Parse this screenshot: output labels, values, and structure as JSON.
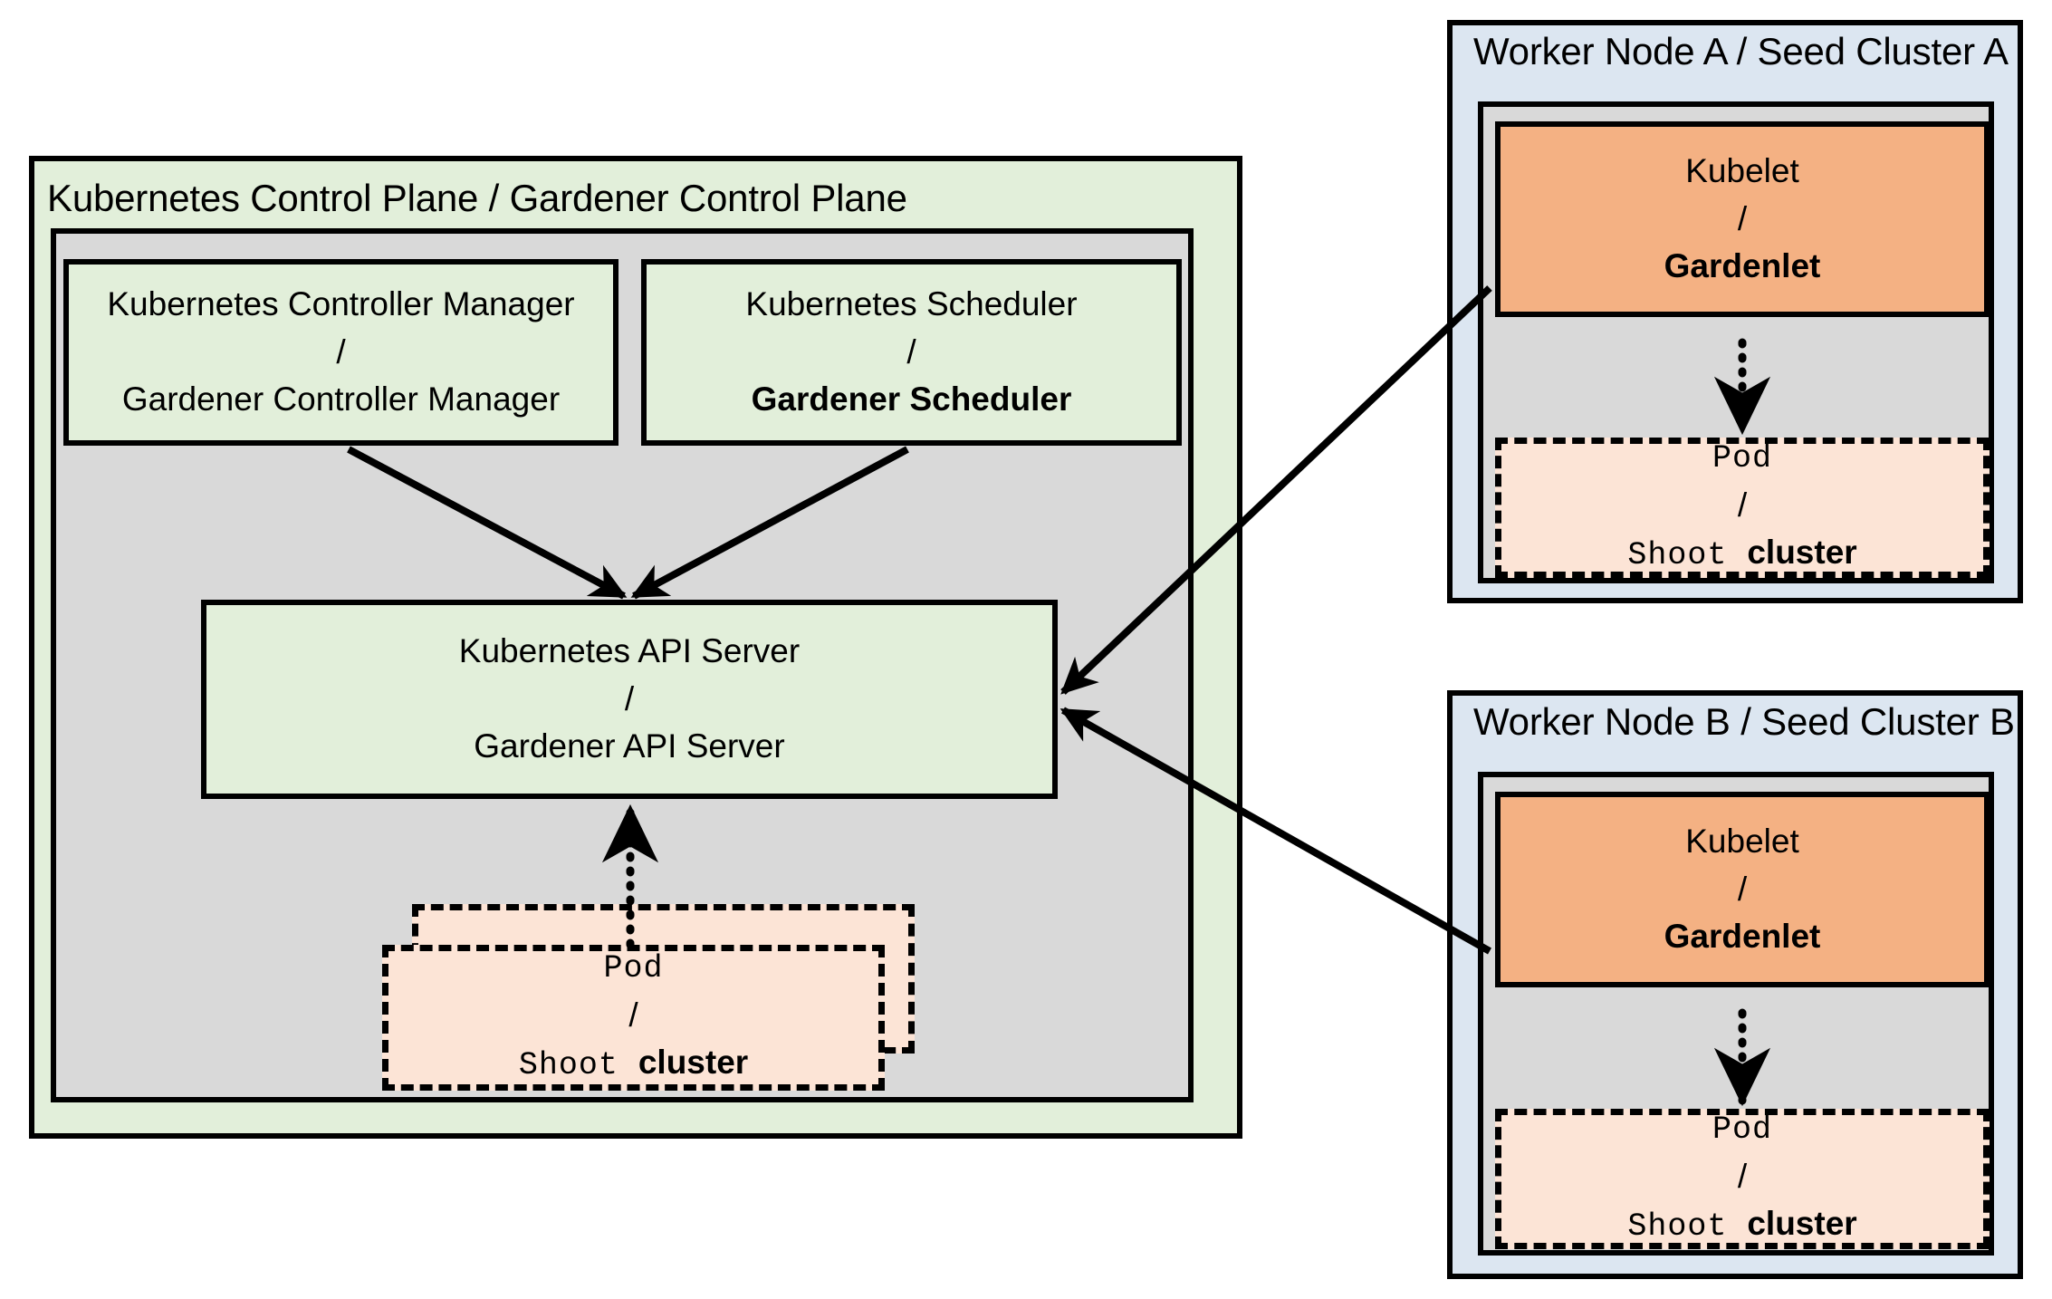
{
  "diagram": {
    "title": "Gardener architecture: Kubernetes control plane and seed clusters",
    "colors": {
      "control_plane_fill": "#e2efda",
      "inner_panel_fill": "#d9d9d9",
      "seed_panel_fill": "#dce6f1",
      "kubelet_fill": "#f4b183",
      "pod_fill": "#fce4d6",
      "stroke": "#000000"
    }
  },
  "control_plane": {
    "title": "Kubernetes Control Plane / Gardener Control Plane",
    "controller_manager": {
      "line1": "Kubernetes Controller Manager",
      "separator": "/",
      "line2": "Gardener Controller Manager",
      "line2_bold": false
    },
    "scheduler": {
      "line1": "Kubernetes Scheduler",
      "separator": "/",
      "line2": "Gardener Scheduler",
      "line2_bold": true
    },
    "api_server": {
      "line1": "Kubernetes API Server",
      "separator": "/",
      "line2": "Gardener API Server",
      "line2_bold": false
    },
    "pod": {
      "line1": "Pod",
      "separator": "/",
      "line2_prefix": "Shoot ",
      "line2_suffix": "cluster",
      "stacked": true
    }
  },
  "seed_clusters": [
    {
      "title": "Worker Node A / Seed Cluster A",
      "kubelet": {
        "line1": "Kubelet",
        "separator": "/",
        "line2": "Gardenlet",
        "line2_bold": true
      },
      "pod": {
        "line1": "Pod",
        "separator": "/",
        "line2_prefix": "Shoot ",
        "line2_suffix": "cluster"
      }
    },
    {
      "title": "Worker Node B / Seed Cluster B",
      "kubelet": {
        "line1": "Kubelet",
        "separator": "/",
        "line2": "Gardenlet",
        "line2_bold": true
      },
      "pod": {
        "line1": "Pod",
        "separator": "/",
        "line2_prefix": "Shoot ",
        "line2_suffix": "cluster"
      }
    }
  ],
  "connections": [
    {
      "name": "controller-manager-to-api-server",
      "style": "solid",
      "from": "controller_manager",
      "to": "api_server"
    },
    {
      "name": "scheduler-to-api-server",
      "style": "solid",
      "from": "scheduler",
      "to": "api_server"
    },
    {
      "name": "pod-to-api-server",
      "style": "dotted",
      "from": "control_plane_pod",
      "to": "api_server"
    },
    {
      "name": "gardenlet-a-to-api-server",
      "style": "solid",
      "from": "seed_a_kubelet",
      "to": "api_server"
    },
    {
      "name": "gardenlet-b-to-api-server",
      "style": "solid",
      "from": "seed_b_kubelet",
      "to": "api_server"
    },
    {
      "name": "gardenlet-a-to-pod-a",
      "style": "dotted",
      "from": "seed_a_kubelet",
      "to": "seed_a_pod"
    },
    {
      "name": "gardenlet-b-to-pod-b",
      "style": "dotted",
      "from": "seed_b_kubelet",
      "to": "seed_b_pod"
    }
  ]
}
